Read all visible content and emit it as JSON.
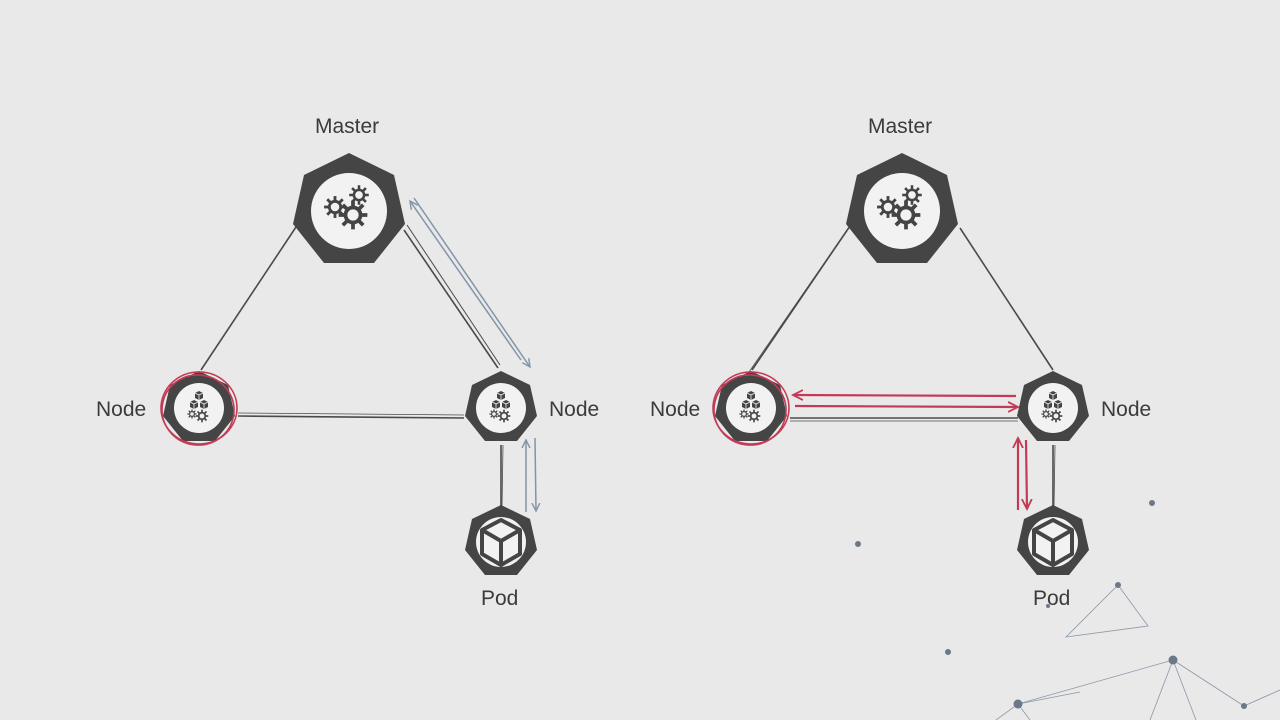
{
  "diagrams": [
    {
      "master_label": "Master",
      "node_left_label": "Node",
      "node_right_label": "Node",
      "pod_label": "Pod",
      "highlighted_node": "left",
      "flow_color": "#8394a8",
      "flow_route": [
        "node-right",
        "master",
        "node-right",
        "pod"
      ]
    },
    {
      "master_label": "Master",
      "node_left_label": "Node",
      "node_right_label": "Node",
      "pod_label": "Pod",
      "highlighted_node": "left",
      "flow_color": "#c23a55",
      "flow_route": [
        "node-right",
        "node-left",
        "node-right",
        "pod"
      ]
    }
  ],
  "icons": {
    "master": "gears-icon",
    "node": "node-cubes-gear-icon",
    "pod": "cube-icon"
  },
  "colors": {
    "background": "#e9e9e9",
    "hexagon": "#444444",
    "highlight": "#c23a55",
    "flow_gray": "#8394a8",
    "edge": "#4a4a4a"
  }
}
